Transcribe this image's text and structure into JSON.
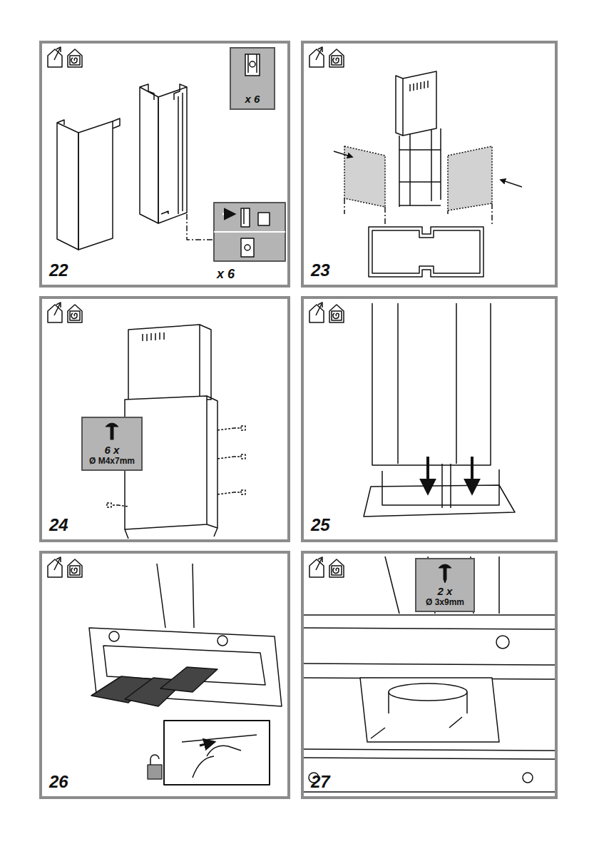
{
  "diagram": {
    "nodes": [
      {
        "text": [
          "22"
        ]
      },
      {
        "text": [
          "x 6"
        ],
        "in": 0
      },
      {
        "text": [
          "23"
        ]
      },
      {
        "text": [
          "24"
        ]
      },
      {
        "text": [
          "6 x",
          "Ø M4x7mm"
        ],
        "in": 3
      },
      {
        "text": [
          "25"
        ]
      },
      {
        "text": [
          "26"
        ]
      },
      {
        "text": [
          "27"
        ]
      },
      {
        "text": [
          "2 x",
          "Ø 3x9mm"
        ],
        "in": 7
      }
    ],
    "labels": [
      "x 6"
    ]
  }
}
